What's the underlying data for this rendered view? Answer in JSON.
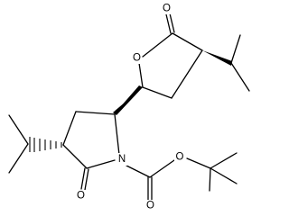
{
  "molecule": {
    "atoms": {
      "lactone_carbonyl_oxygen": "O",
      "lactone_ring_oxygen": "O",
      "ester_ring_oxygen": "O",
      "lactam_nitrogen": "N",
      "lactam_carbonyl_oxygen": "O",
      "carbamate_carbonyl_oxygen": "O"
    }
  },
  "colors": {
    "bond": "#000000",
    "background": "#ffffff"
  }
}
